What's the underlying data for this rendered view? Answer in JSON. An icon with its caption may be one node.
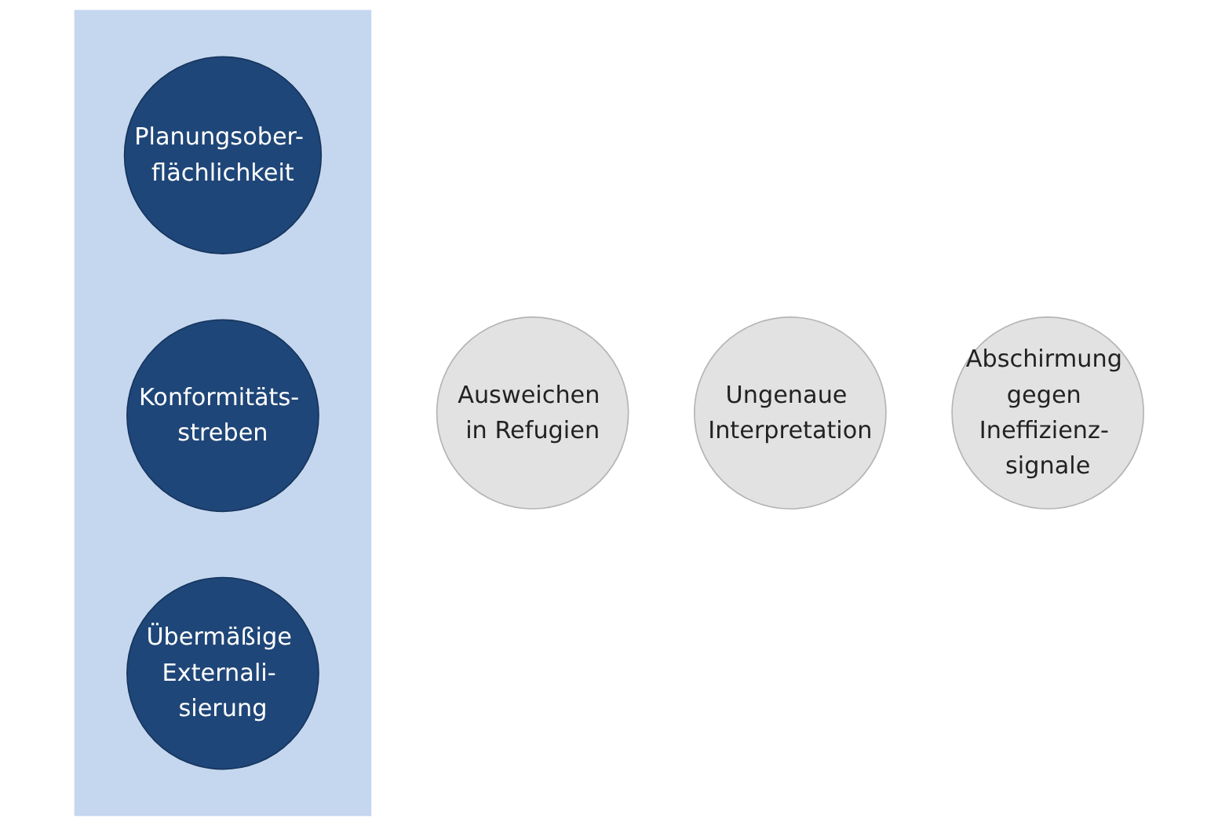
{
  "diagram": {
    "nodes": [
      {
        "text": [],
        "shape": "box"
      },
      {
        "text": [
          "Planungsober- flächlichkeit"
        ],
        "in": 0
      },
      {
        "text": [
          "Konformitäts- streben"
        ],
        "in": 0
      },
      {
        "text": [
          "Ausweichen in Refugien"
        ]
      },
      {
        "text": [
          "Übermäßige Externali- sierung"
        ],
        "in": 0
      },
      {
        "text": [
          "Ungenaue Interpretation"
        ]
      },
      {
        "text": [
          "Abschirmung gegen Ineffizienz- signale"
        ]
      }
    ]
  }
}
